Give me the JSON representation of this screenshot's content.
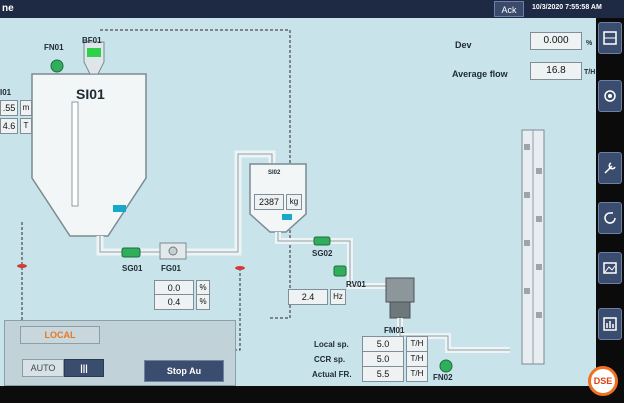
{
  "topbar": {
    "title": "ne",
    "ack_label": "Ack",
    "timestamp": "10/3/2020 7:55:58 AM"
  },
  "equipment": {
    "fn01": "FN01",
    "bf01": "BF01",
    "si01": "SI01",
    "sg01": "SG01",
    "fg01": "FG01",
    "si02": "SI02",
    "sg02": "SG02",
    "rv01": "RV01",
    "fm01": "FM01",
    "fn02": "FN02"
  },
  "left_readouts": {
    "value1": ".55",
    "unit1": "m",
    "value2": "4.6",
    "unit2": "T",
    "label_fragment": "I01"
  },
  "si02": {
    "weight": "2387",
    "unit": "kg"
  },
  "fg01": {
    "value1": "0.0",
    "unit1": "%",
    "value2": "0.4",
    "unit2": "%"
  },
  "rv01": {
    "value": "2.4",
    "unit": "Hz"
  },
  "dev": {
    "label": "Dev",
    "value": "0.000",
    "unit": "%"
  },
  "avg_flow": {
    "label": "Average flow",
    "value": "16.8",
    "unit": "T/H"
  },
  "setpoints": [
    {
      "label": "Local sp.",
      "value": "5.0",
      "unit": "T/H"
    },
    {
      "label": "CCR sp.",
      "value": "5.0",
      "unit": "T/H"
    },
    {
      "label": "Actual FR.",
      "value": "5.5",
      "unit": "T/H"
    }
  ],
  "controls": {
    "local_label": "LOCAL",
    "auto_label": "AUTO",
    "toggle_label": "|||",
    "stop_label": "Stop Au"
  },
  "logo_text": "DSE",
  "colors": {
    "screen_bg": "#c9e3ea",
    "valve_green": "#2fae5b",
    "accent_cyan": "#18a9c9",
    "red_marker": "#d23a3a"
  }
}
